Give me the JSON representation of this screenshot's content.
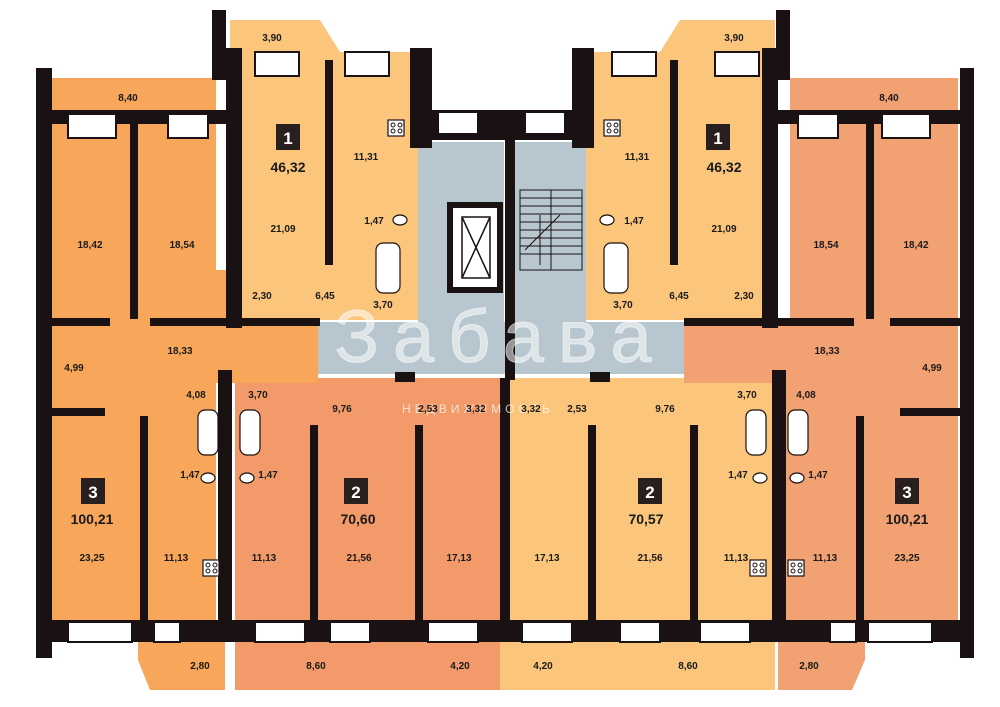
{
  "watermark": {
    "main": "Забава",
    "sub": "НЕДВИЖИМОСТЬ"
  },
  "apartments": [
    {
      "id": "apt-1-left",
      "rooms": "1",
      "total": "46,32",
      "color": "#fbc67c",
      "areas": [
        "3,90",
        "11,31",
        "21,09",
        "1,47",
        "2,30",
        "6,45",
        "3,70"
      ]
    },
    {
      "id": "apt-1-right",
      "rooms": "1",
      "total": "46,32",
      "color": "#fbc67c",
      "areas": [
        "3,90",
        "11,31",
        "21,09",
        "1,47",
        "3,70",
        "6,45",
        "2,30"
      ]
    },
    {
      "id": "apt-3-left",
      "rooms": "3",
      "total": "100,21",
      "color": "#f7a65a",
      "areas": [
        "8,40",
        "18,42",
        "18,54",
        "18,33",
        "4,99",
        "4,08",
        "1,47",
        "23,25",
        "11,13",
        "2,80"
      ]
    },
    {
      "id": "apt-3-right",
      "rooms": "3",
      "total": "100,21",
      "color": "#f2a173",
      "areas": [
        "8,40",
        "18,54",
        "18,42",
        "18,33",
        "4,99",
        "4,08",
        "1,47",
        "23,25",
        "11,13",
        "2,80"
      ]
    },
    {
      "id": "apt-2-left",
      "rooms": "2",
      "total": "70,60",
      "color": "#f29a6a",
      "areas": [
        "3,70",
        "9,76",
        "2,53",
        "3,32",
        "1,47",
        "11,13",
        "21,56",
        "17,13",
        "8,60",
        "4,20"
      ]
    },
    {
      "id": "apt-2-right",
      "rooms": "2",
      "total": "70,57",
      "color": "#fbc67c",
      "areas": [
        "3,32",
        "2,53",
        "9,76",
        "3,70",
        "1,47",
        "17,13",
        "21,56",
        "11,13",
        "4,20",
        "8,60"
      ]
    }
  ],
  "colors": {
    "wall": "#1a1212",
    "core": "#b7c6cf",
    "one_room": "#fbc67c",
    "three_left": "#f7a65a",
    "three_right": "#f2a173",
    "two_left": "#f29a6a",
    "two_right": "#fbc67c"
  }
}
